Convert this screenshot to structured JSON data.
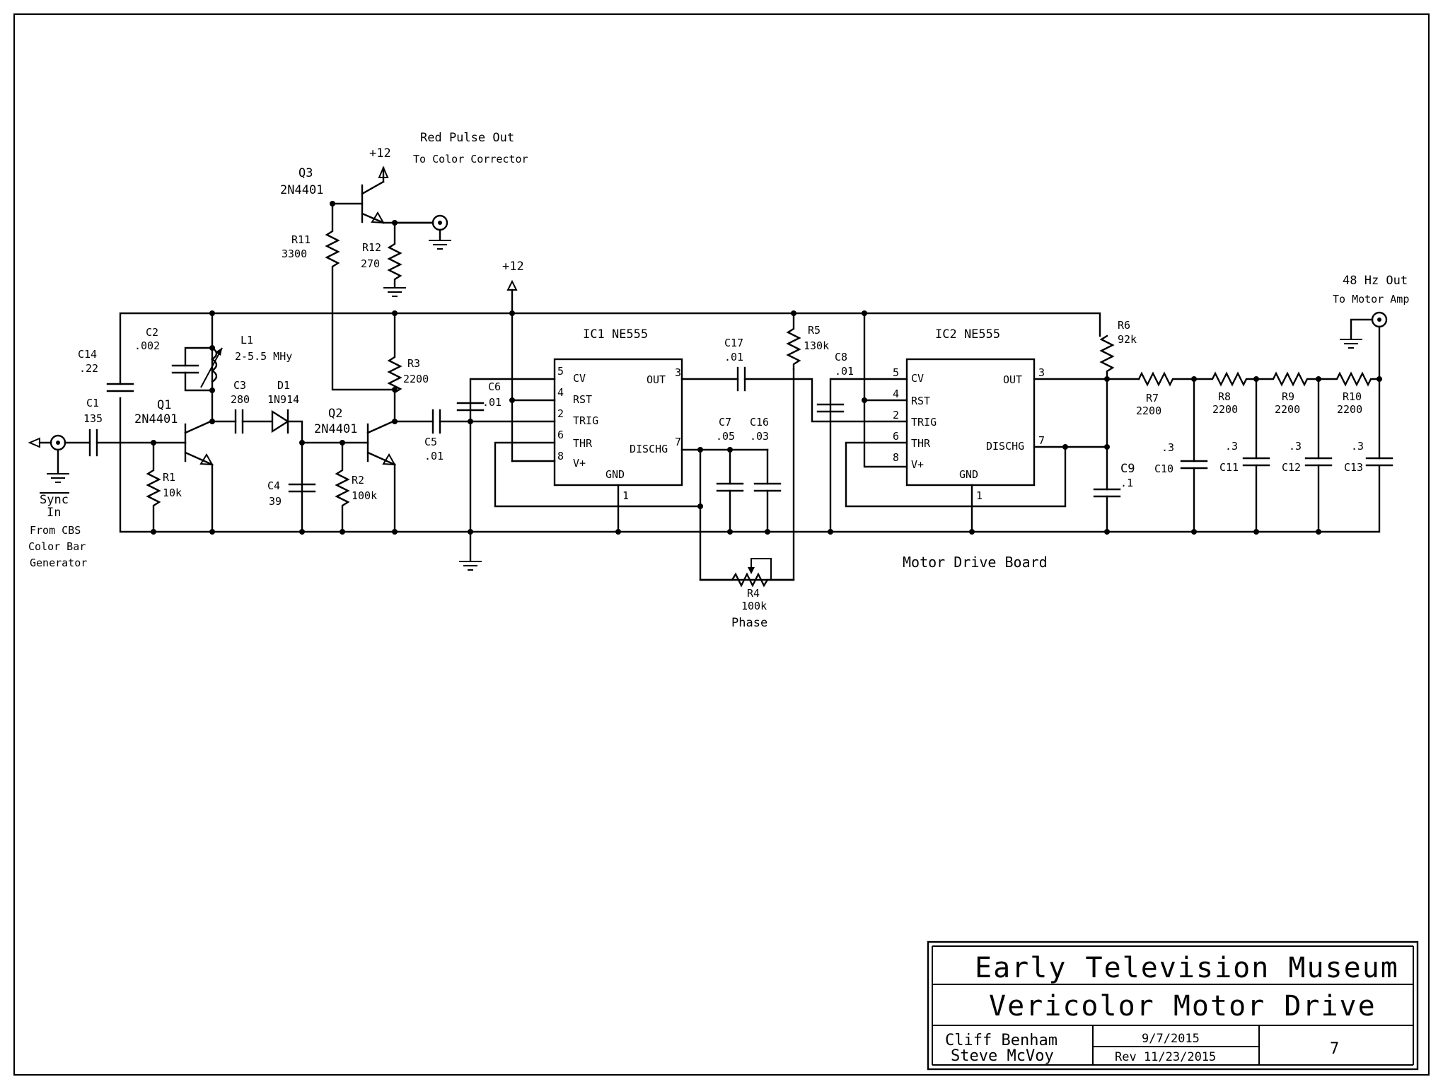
{
  "header": {
    "red_pulse_title": "Red Pulse Out",
    "red_pulse_sub": "To Color Corrector",
    "out48_title": "48 Hz Out",
    "out48_sub": "To Motor Amp",
    "sync_title": "Sync",
    "sync_in": "In",
    "sync_from1": "From CBS",
    "sync_from2": "Color Bar",
    "sync_from3": "Generator",
    "board_label": "Motor Drive Board",
    "phase_label": "Phase",
    "supply_q3": "+12",
    "supply_ic": "+12"
  },
  "components": {
    "q1_ref": "Q1",
    "q1_val": "2N4401",
    "q2_ref": "Q2",
    "q2_val": "2N4401",
    "q3_ref": "Q3",
    "q3_val": "2N4401",
    "r1_ref": "R1",
    "r1_val": "10k",
    "r2_ref": "R2",
    "r2_val": "100k",
    "r3_ref": "R3",
    "r3_val": "2200",
    "r4_ref": "R4",
    "r4_val": "100k",
    "r5_ref": "R5",
    "r5_val": "130k",
    "r6_ref": "R6",
    "r6_val": "92k",
    "r7_ref": "R7",
    "r7_val": "2200",
    "r8_ref": "R8",
    "r8_val": "2200",
    "r9_ref": "R9",
    "r9_val": "2200",
    "r10_ref": "R10",
    "r10_val": "2200",
    "r11_ref": "R11",
    "r11_val": "3300",
    "r12_ref": "R12",
    "r12_val": "270",
    "c1_ref": "C1",
    "c1_val": "135",
    "c2_ref": "C2",
    "c2_val": ".002",
    "c3_ref": "C3",
    "c3_val": "280",
    "c4_ref": "C4",
    "c4_val": "39",
    "c5_ref": "C5",
    "c5_val": ".01",
    "c6_ref": "C6",
    "c6_val": ".01",
    "c7_ref": "C7",
    "c7_val": ".05",
    "c8_ref": "C8",
    "c8_val": ".01",
    "c9_ref": "C9",
    "c9_val": ".1",
    "c10_ref": "C10",
    "c10_val": ".3",
    "c11_ref": "C11",
    "c11_val": ".3",
    "c12_ref": "C12",
    "c12_val": ".3",
    "c13_ref": "C13",
    "c13_val": ".3",
    "c14_ref": "C14",
    "c14_val": ".22",
    "c16_ref": "C16",
    "c16_val": ".03",
    "c17_ref": "C17",
    "c17_val": ".01",
    "l1_ref": "L1",
    "l1_val": "2-5.5 MHy",
    "d1_ref": "D1",
    "d1_val": "1N914"
  },
  "ic1": {
    "title": "IC1 NE555",
    "pin_cv": "CV",
    "pin_rst": "RST",
    "pin_trig": "TRIG",
    "pin_thr": "THR",
    "pin_vplus": "V+",
    "pin_out": "OUT",
    "pin_dischg": "DISCHG",
    "pin_gnd": "GND",
    "n5": "5",
    "n4": "4",
    "n2": "2",
    "n6": "6",
    "n8": "8",
    "n3": "3",
    "n7": "7",
    "n1": "1"
  },
  "ic2": {
    "title": "IC2 NE555",
    "pin_cv": "CV",
    "pin_rst": "RST",
    "pin_trig": "TRIG",
    "pin_thr": "THR",
    "pin_vplus": "V+",
    "pin_out": "OUT",
    "pin_dischg": "DISCHG",
    "pin_gnd": "GND",
    "n5": "5",
    "n4": "4",
    "n2": "2",
    "n6": "6",
    "n8": "8",
    "n3": "3",
    "n7": "7",
    "n1": "1"
  },
  "title_block": {
    "org": "Early Television Museum",
    "title": "Vericolor Motor Drive",
    "author1": "Cliff Benham",
    "author2": "Steve McVoy",
    "date": "9/7/2015",
    "revision": "Rev 11/23/2015",
    "sheet": "7"
  }
}
